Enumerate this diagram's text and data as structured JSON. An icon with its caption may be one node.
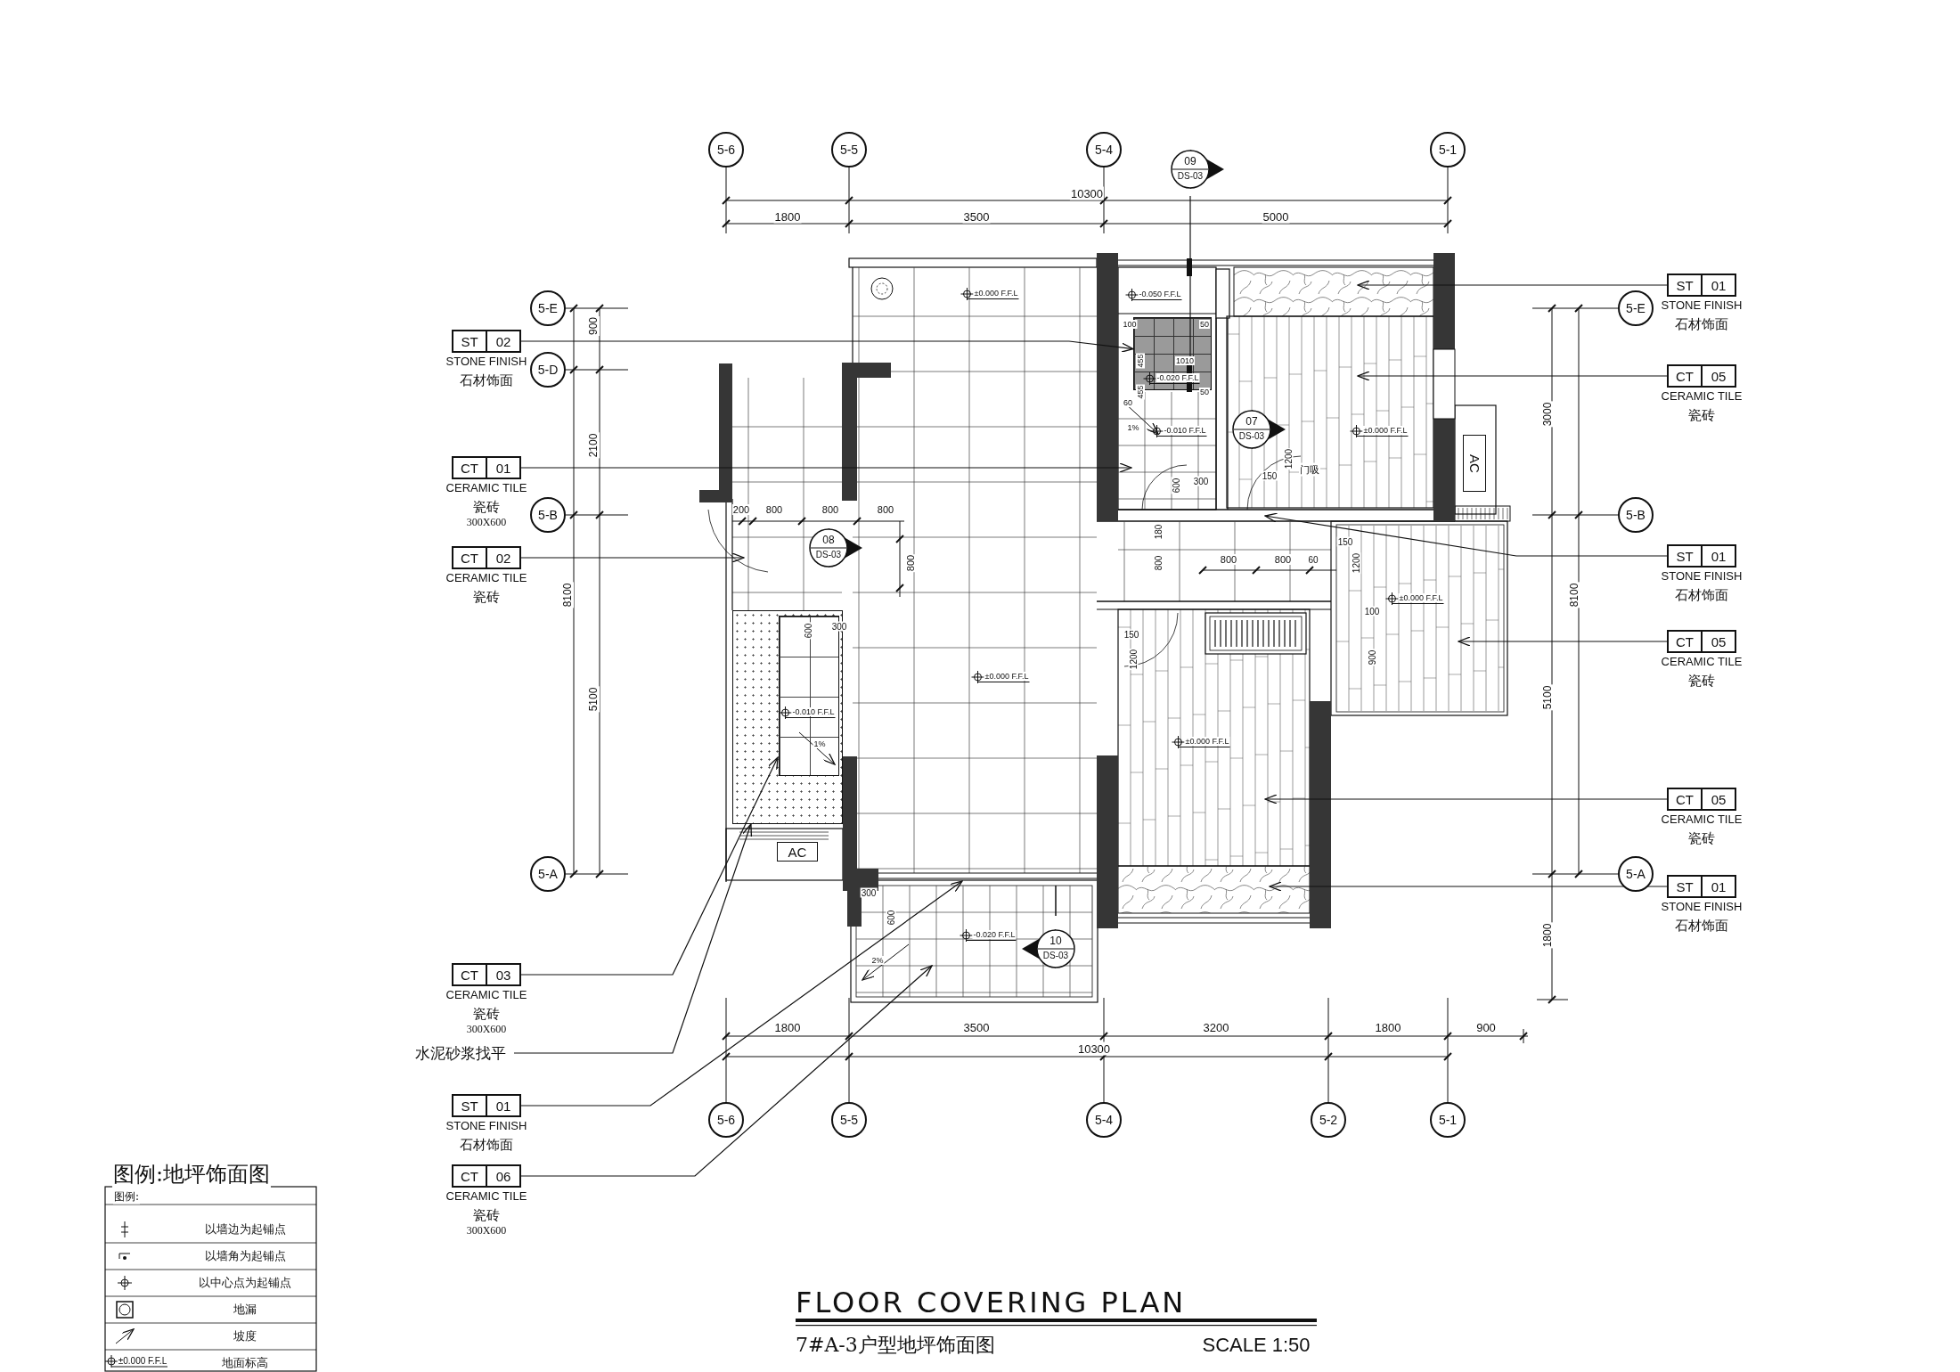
{
  "diagram": {
    "title": "FLOOR COVERING PLAN",
    "caption": "7#A-3户型地坪饰面图",
    "nodes": [
      {
        "text": [
          "5-6"
        ]
      },
      {
        "text": [
          "5-5"
        ]
      },
      {
        "text": [
          "5-4"
        ]
      },
      {
        "text": [
          "09",
          "DS-03"
        ]
      },
      {
        "text": [
          "5-1"
        ]
      },
      {
        "text": [
          "ST",
          "01"
        ],
        "beside": [
          "STONE FINISH",
          "石材饰面"
        ]
      },
      {
        "text": [
          "5-E"
        ]
      },
      {
        "text": [
          "5-E"
        ]
      },
      {
        "text": [
          "ST",
          "02"
        ],
        "beside": [
          "STONE FINISH",
          "石材饰面"
        ]
      },
      {
        "text": [
          "5-D"
        ]
      },
      {
        "text": [
          "CT",
          "05"
        ],
        "beside": [
          "CERAMIC TILE",
          "瓷砖"
        ]
      },
      {
        "text": [
          "07",
          "DS-03"
        ]
      },
      {
        "text": [
          "AC"
        ]
      },
      {
        "text": [
          "CT",
          "01"
        ],
        "beside": [
          "CERAMIC TILE",
          "瓷砖",
          "300X600"
        ]
      },
      {
        "text": [
          "5-B"
        ]
      },
      {
        "text": [
          "5-B"
        ]
      },
      {
        "text": [
          "08",
          "DS-03"
        ]
      },
      {
        "text": [
          "ST",
          "01"
        ],
        "beside": [
          "STONE FINISH",
          "石材饰面"
        ]
      },
      {
        "text": [
          "CT",
          "02"
        ],
        "beside": [
          "CERAMIC TILE",
          "瓷砖"
        ]
      },
      {
        "text": [
          "CT",
          "05"
        ],
        "beside": [
          "CERAMIC TILE",
          "瓷砖"
        ]
      },
      {
        "text": [
          "CT",
          "05"
        ],
        "beside": [
          "CERAMIC TILE",
          "瓷砖"
        ]
      },
      {
        "text": [
          "AC"
        ]
      },
      {
        "text": [
          "5-A"
        ]
      },
      {
        "text": [
          "5-A"
        ]
      },
      {
        "text": [
          "ST",
          "01"
        ],
        "beside": [
          "STONE FINISH",
          "石材饰面"
        ]
      },
      {
        "text": [
          "10",
          "DS-03"
        ]
      },
      {
        "text": [
          "CT",
          "03"
        ],
        "beside": [
          "CERAMIC TILE",
          "瓷砖",
          "300X600"
        ]
      },
      {
        "text": [
          "水泥砂浆找平"
        ]
      },
      {
        "text": [
          "ST",
          "01"
        ],
        "beside": [
          "STONE FINISH",
          "石材饰面"
        ]
      },
      {
        "text": [
          "5-6"
        ]
      },
      {
        "text": [
          "5-5"
        ]
      },
      {
        "text": [
          "5-4"
        ]
      },
      {
        "text": [
          "5-2"
        ]
      },
      {
        "text": [
          "5-1"
        ]
      },
      {
        "text": [
          "CT",
          "06"
        ],
        "beside": [
          "CERAMIC TILE",
          "瓷砖",
          "300X600"
        ]
      },
      {
        "text": [],
        "shape": "box"
      },
      {
        "text": [],
        "shape": "box",
        "in": 35
      },
      {
        "text": [],
        "shape": "box"
      }
    ],
    "edges": [
      {
        "from": 5,
        "to": null,
        "arrow": "to"
      },
      {
        "from": 8,
        "to": 37,
        "arrow": "to"
      },
      {
        "from": 10,
        "to": null,
        "arrow": "to"
      },
      {
        "from": 13,
        "to": null,
        "arrow": "to"
      },
      {
        "from": 17,
        "to": null,
        "arrow": "to"
      },
      {
        "from": 18,
        "to": null,
        "arrow": "to"
      },
      {
        "from": 19,
        "to": null,
        "arrow": "to"
      },
      {
        "from": 20,
        "to": null,
        "arrow": "to"
      },
      {
        "from": 24,
        "to": null,
        "arrow": "to"
      },
      {
        "from": 26,
        "to": 36,
        "arrow": "to"
      },
      {
        "from": 27,
        "to": 35,
        "arrow": "to"
      },
      {
        "from": 28,
        "to": null,
        "arrow": "to"
      },
      {
        "from": 34,
        "to": null,
        "arrow": "to"
      }
    ],
    "labels": [
      "10300",
      "1800",
      "3500",
      "5000",
      "±0.000 F.F.L",
      "-0.050 F.F.L",
      "900",
      "100",
      "50",
      "455",
      "1010",
      "-0.020 F.F.L",
      "455",
      "50",
      "60",
      "3000",
      "1%",
      "-0.010 F.F.L",
      "±0.000 F.F.L",
      "2100",
      "1200",
      "门吸",
      "600",
      "300",
      "150",
      "200",
      "800",
      "800",
      "800",
      "180",
      "150",
      "800",
      "800",
      "800",
      "800",
      "60",
      "1200",
      "8100",
      "±0.000 F.F.L",
      "8100",
      "100",
      "600",
      "300",
      "150",
      "1200",
      "900",
      "±0.000 F.F.L",
      "5100",
      "5100",
      "-0.010 F.F.L",
      "1%",
      "±0.000 F.F.L",
      "300",
      "600",
      "-0.020 F.F.L",
      "1800",
      "2%",
      "1800",
      "3500",
      "3200",
      "1800",
      "900",
      "10300",
      "图例:地坪饰面图",
      "图例:",
      "SCALE 1:50",
      "±0.000 F.F.L"
    ],
    "legend": [
      {
        "text": "以墙边为起铺点"
      },
      {
        "text": "以墙角为起铺点"
      },
      {
        "text": "以中心点为起铺点"
      },
      {
        "text": "地漏"
      },
      {
        "text": "坡度"
      },
      {
        "text": "地面标高"
      }
    ]
  }
}
